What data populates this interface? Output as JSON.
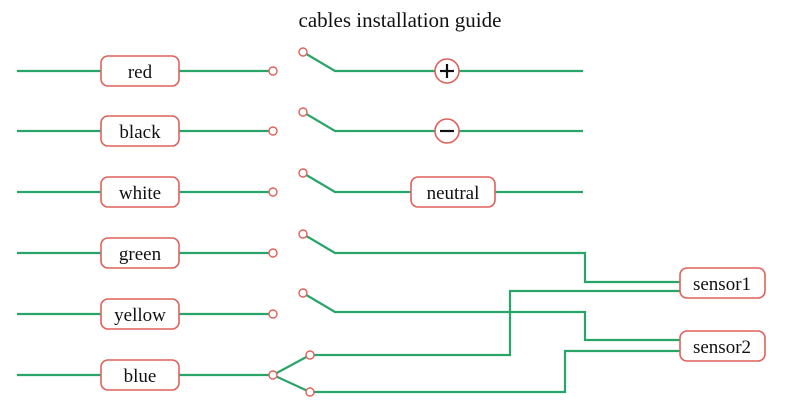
{
  "title": "cables installation guide",
  "cables": [
    {
      "label": "red",
      "target": "+"
    },
    {
      "label": "black",
      "target": "−"
    },
    {
      "label": "white",
      "target": "neutral"
    },
    {
      "label": "green",
      "target": "sensor1"
    },
    {
      "label": "yellow",
      "target": "sensor2"
    },
    {
      "label": "blue",
      "target": "sensor1 / sensor2"
    }
  ],
  "terminals": {
    "positive_icon": "plus-icon",
    "negative_icon": "minus-icon",
    "neutral_label": "neutral",
    "sensor1_label": "sensor1",
    "sensor2_label": "sensor2"
  },
  "colors": {
    "wire": "#2aa56a",
    "outline": "#e0605a",
    "text": "#111111"
  }
}
